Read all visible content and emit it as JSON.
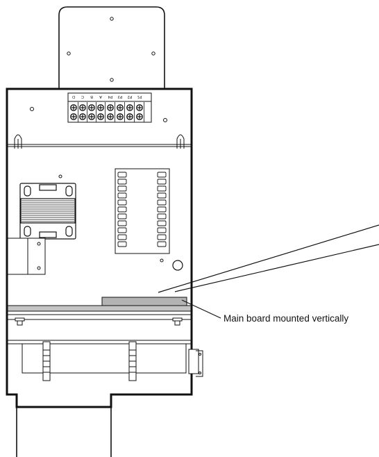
{
  "callout": {
    "label": "Main board mounted vertically"
  },
  "terminal_strip": {
    "labels": [
      "D",
      "C",
      "B",
      "A",
      "P4",
      "P3",
      "P2",
      "P1"
    ]
  },
  "colors": {
    "line": "#111111",
    "board_fill": "#b3b3b3",
    "background": "#ffffff"
  }
}
